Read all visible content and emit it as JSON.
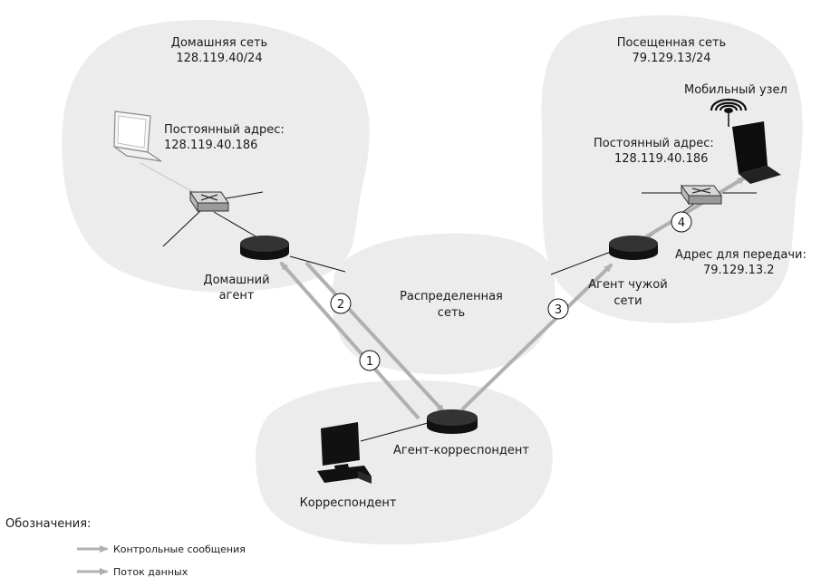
{
  "home_network": {
    "title": "Домашняя сеть",
    "prefix": "128.119.40/24"
  },
  "visited_network": {
    "title": "Посещенная сеть",
    "prefix": "79.129.13/24"
  },
  "wan": {
    "line1": "Распределенная",
    "line2": "сеть"
  },
  "home_laptop": {
    "addr_label": "Постоянный адрес:",
    "addr_value": "128.119.40.186"
  },
  "mobile_node": {
    "label": "Мобильный узел",
    "addr_label": "Постоянный адрес:",
    "addr_value": "128.119.40.186"
  },
  "home_agent": {
    "line1": "Домашний",
    "line2": "агент"
  },
  "foreign_agent": {
    "line1": "Агент чужой",
    "line2": "сети"
  },
  "care_of": {
    "label": "Адрес для передачи:",
    "value": "79.129.13.2"
  },
  "correspondent_agent": {
    "label": "Агент-корреспондент"
  },
  "correspondent": {
    "label": "Корреспондент"
  },
  "steps": [
    "1",
    "2",
    "3",
    "4"
  ],
  "legend": {
    "title": "Обозначения:",
    "items": [
      {
        "label": "Контрольные сообщения",
        "color": "#b0b0b0"
      },
      {
        "label": "Поток данных",
        "color": "#b0b0b0"
      }
    ]
  },
  "colors": {
    "cloud": "#ececec",
    "arrow": "#b0b0b0",
    "device": "#111111"
  }
}
